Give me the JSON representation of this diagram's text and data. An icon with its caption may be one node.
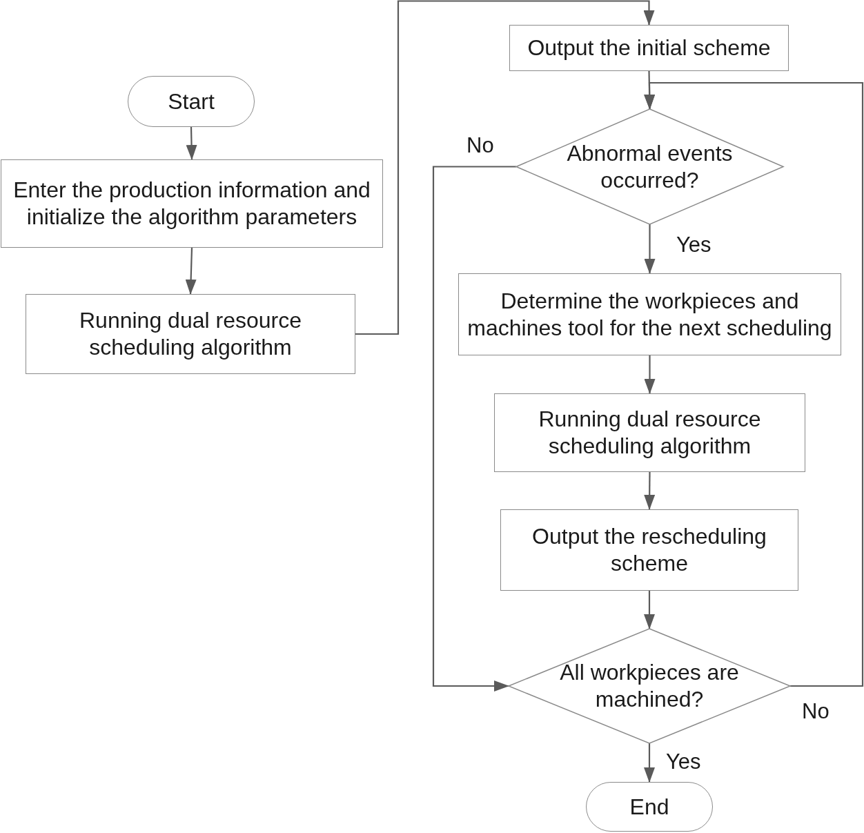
{
  "diagram": {
    "nodes": [
      {
        "text": [
          "Start"
        ]
      },
      {
        "text": [
          "Enter the production information and initialize the algorithm parameters"
        ]
      },
      {
        "text": [
          "Running dual resource scheduling algorithm"
        ]
      },
      {
        "text": [
          "Output the initial scheme"
        ]
      },
      {
        "text": [
          "Abnormal events occurred?"
        ]
      },
      {
        "text": [
          "Determine the workpieces and machines tool for the next scheduling"
        ]
      },
      {
        "text": [
          "Running dual resource scheduling algorithm"
        ]
      },
      {
        "text": [
          "Output the rescheduling scheme"
        ]
      },
      {
        "text": [
          "All workpieces are machined?"
        ]
      },
      {
        "text": [
          "End"
        ]
      }
    ],
    "edges": [
      {
        "from": 0,
        "to": 1,
        "arrow": "to"
      },
      {
        "from": 1,
        "to": 2,
        "arrow": "to"
      },
      {
        "from": 2,
        "to": 3,
        "arrow": "to"
      },
      {
        "from": 3,
        "to": 4,
        "arrow": "to"
      },
      {
        "from": 4,
        "to": 5,
        "arrow": "to",
        "label": "Yes"
      },
      {
        "from": 4,
        "to": 8,
        "arrow": "to",
        "label": "No"
      },
      {
        "from": 5,
        "to": 6,
        "arrow": "to"
      },
      {
        "from": 6,
        "to": 7,
        "arrow": "to"
      },
      {
        "from": 7,
        "to": 8,
        "arrow": "to"
      },
      {
        "from": 8,
        "to": 9,
        "arrow": "to",
        "label": "Yes"
      },
      {
        "from": 8,
        "to": 4,
        "arrow": "to",
        "label": "No"
      }
    ]
  }
}
